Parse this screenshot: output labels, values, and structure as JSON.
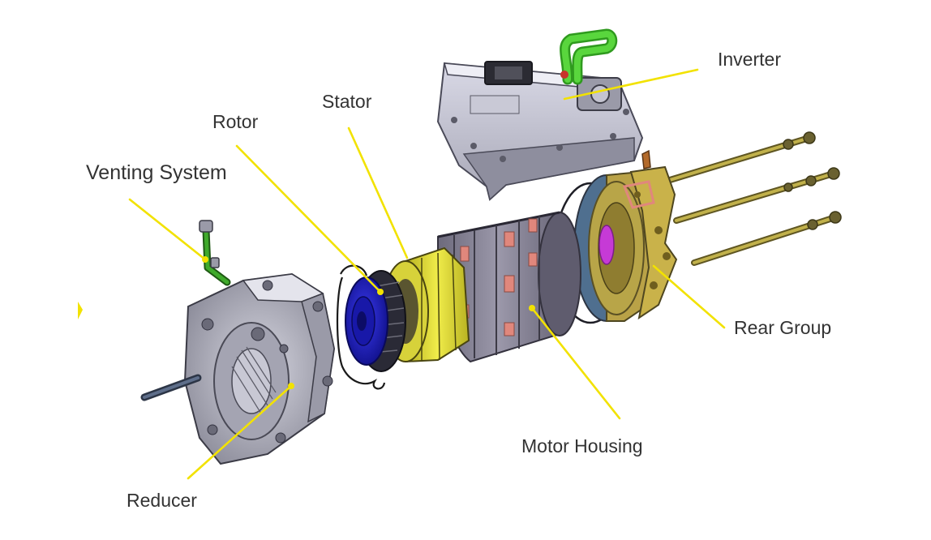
{
  "colors": {
    "leader": "#f2e200",
    "metal": "#b8b8c6",
    "metal_dark": "#6f6f7c",
    "rotor": "#1c1cc4",
    "stator": "#e8e43a",
    "housing": "#8a8798",
    "brass": "#b9a63e",
    "hose": "#3fc02a",
    "accent_red": "#e0877c",
    "magenta": "#c63ad6"
  },
  "labels": {
    "inverter": "Inverter",
    "stator": "Stator",
    "rotor": "Rotor",
    "venting": "Venting System",
    "rear_group": "Rear Group",
    "motor_housing": "Motor Housing",
    "reducer": "Reducer"
  }
}
